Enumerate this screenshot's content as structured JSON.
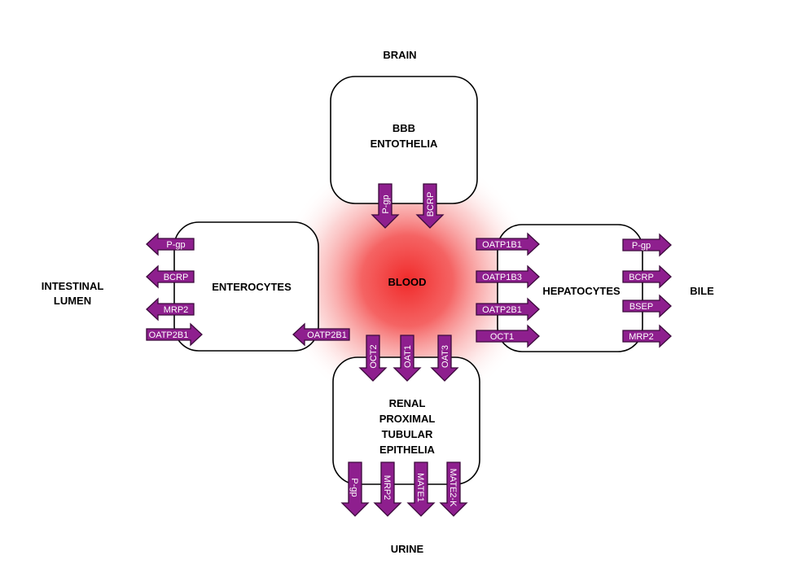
{
  "colors": {
    "transporter_fill": "#8e1f8e",
    "transporter_outline": "#3c0a3c",
    "blood_glow": "#f03a3a",
    "outline": "#000000"
  },
  "regions": {
    "brain": "BRAIN",
    "intestinal_lumen_line1": "INTESTINAL",
    "intestinal_lumen_line2": "LUMEN",
    "bile": "BILE",
    "urine": "URINE",
    "blood": "BLOOD"
  },
  "cells": {
    "bbb_line1": "BBB",
    "bbb_line2": "ENTOTHELIA",
    "enterocytes": "ENTEROCYTES",
    "hepatocytes": "HEPATOCYTES",
    "renal_line1": "RENAL",
    "renal_line2": "PROXIMAL",
    "renal_line3": "TUBULAR",
    "renal_line4": "EPITHELIA"
  },
  "transporters": {
    "bbb": [
      {
        "name": "P-gp",
        "direction": "down"
      },
      {
        "name": "BCRP",
        "direction": "down"
      }
    ],
    "enterocytes_apical": [
      {
        "name": "P-gp",
        "direction": "left"
      },
      {
        "name": "BCRP",
        "direction": "left"
      },
      {
        "name": "MRP2",
        "direction": "left"
      },
      {
        "name": "OATP2B1",
        "direction": "right"
      }
    ],
    "enterocytes_basolateral": [
      {
        "name": "OATP2B1",
        "direction": "left"
      }
    ],
    "hepatocytes_basolateral": [
      {
        "name": "OATP1B1",
        "direction": "right"
      },
      {
        "name": "OATP1B3",
        "direction": "right"
      },
      {
        "name": "OATP2B1",
        "direction": "right"
      },
      {
        "name": "OCT1",
        "direction": "right"
      }
    ],
    "hepatocytes_canalicular": [
      {
        "name": "P-gp",
        "direction": "right"
      },
      {
        "name": "BCRP",
        "direction": "right"
      },
      {
        "name": "BSEP",
        "direction": "right"
      },
      {
        "name": "MRP2",
        "direction": "right"
      }
    ],
    "renal_basolateral": [
      {
        "name": "OCT2",
        "direction": "down"
      },
      {
        "name": "OAT1",
        "direction": "down"
      },
      {
        "name": "OAT3",
        "direction": "down"
      }
    ],
    "renal_apical": [
      {
        "name": "P-gp",
        "direction": "down"
      },
      {
        "name": "MRP2",
        "direction": "down"
      },
      {
        "name": "MATE1",
        "direction": "down"
      },
      {
        "name": "MATE2-K",
        "direction": "down"
      }
    ]
  }
}
